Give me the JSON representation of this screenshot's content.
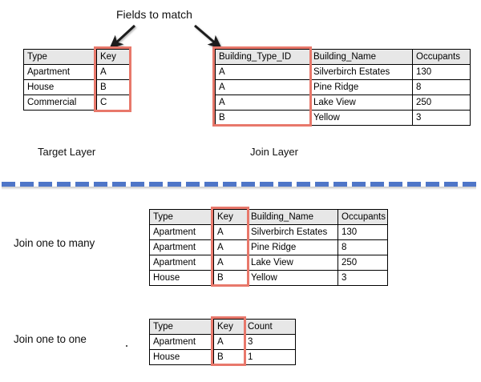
{
  "annotations": {
    "fields_to_match": "Fields to match",
    "target_layer_caption": "Target Layer",
    "join_layer_caption": "Join Layer",
    "join_one_to_many": "Join one to many",
    "join_one_to_one": "Join one to one"
  },
  "colors": {
    "highlight": "#e8786b",
    "divider": "#4f76c8",
    "header_bg": "#e7e7e7",
    "border": "#000000"
  },
  "target_layer": {
    "headers": [
      "Type",
      "Key"
    ],
    "rows": [
      [
        "Apartment",
        "A"
      ],
      [
        "House",
        "B"
      ],
      [
        "Commercial",
        "C"
      ]
    ],
    "highlighted_column": "Key"
  },
  "join_layer": {
    "headers": [
      "Building_Type_ID",
      "Building_Name",
      "Occupants"
    ],
    "rows": [
      [
        "A",
        "Silverbirch Estates",
        "130"
      ],
      [
        "A",
        "Pine Ridge",
        "8"
      ],
      [
        "A",
        "Lake View",
        "250"
      ],
      [
        "B",
        "Yellow",
        "3"
      ]
    ],
    "highlighted_column": "Building_Type_ID"
  },
  "one_to_many_result": {
    "headers": [
      "Type",
      "Key",
      "Building_Name",
      "Occupants"
    ],
    "rows": [
      [
        "Apartment",
        "A",
        "Silverbirch Estates",
        "130"
      ],
      [
        "Apartment",
        "A",
        "Pine Ridge",
        "8"
      ],
      [
        "Apartment",
        "A",
        "Lake View",
        "250"
      ],
      [
        "House",
        "B",
        "Yellow",
        "3"
      ]
    ],
    "highlighted_column": "Key"
  },
  "one_to_one_result": {
    "headers": [
      "Type",
      "Key",
      "Count"
    ],
    "rows": [
      [
        "Apartment",
        "A",
        "3"
      ],
      [
        "House",
        "B",
        "1"
      ]
    ],
    "highlighted_column": "Key"
  }
}
